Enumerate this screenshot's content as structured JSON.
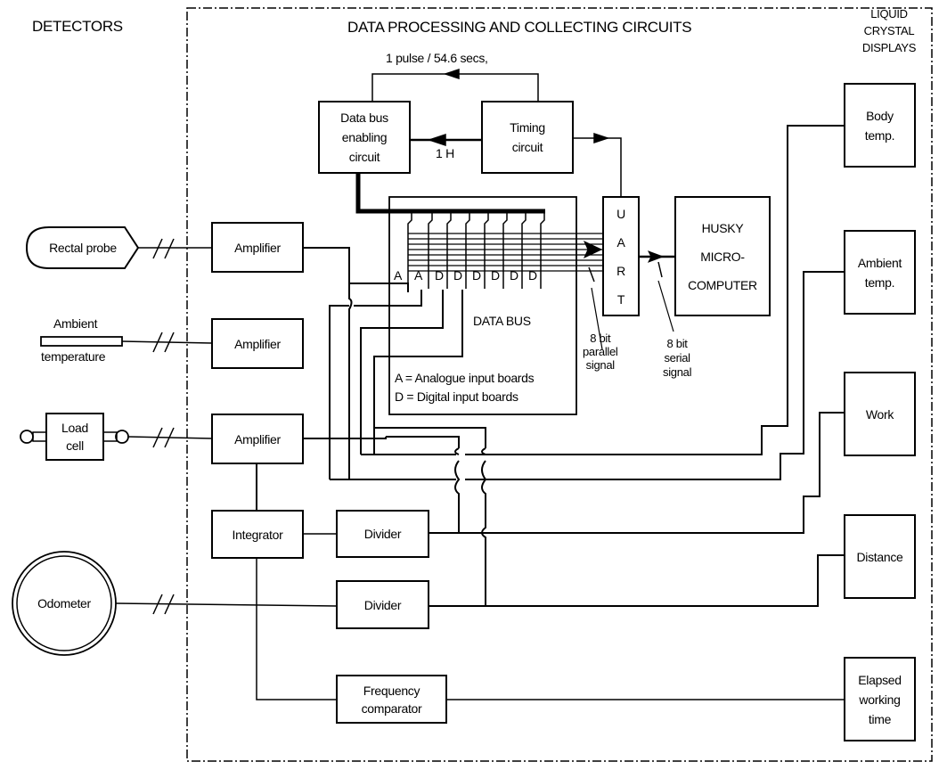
{
  "headers": {
    "detectors": "DETECTORS",
    "processing": "DATA PROCESSING AND COLLECTING CIRCUITS",
    "displays": [
      "LIQUID",
      "CRYSTAL",
      "DISPLAYS"
    ]
  },
  "detectors": {
    "rectal_probe": "Rectal probe",
    "ambient_top": "Ambient",
    "ambient_bottom": "temperature",
    "load_cell": [
      "Load",
      "cell"
    ],
    "odometer": "Odometer"
  },
  "processing": {
    "amplifier": "Amplifier",
    "integrator": "Integrator",
    "divider": "Divider",
    "frequency_comparator": [
      "Frequency",
      "comparator"
    ],
    "data_bus_enabling": [
      "Data bus",
      "enabling",
      "circuit"
    ],
    "timing_circuit": [
      "Timing",
      "circuit"
    ],
    "pulse_label": "1 pulse / 54.6 secs,",
    "hz_label": "1 H",
    "uart_letters": [
      "U",
      "A",
      "R",
      "T"
    ],
    "microcomputer": [
      "HUSKY",
      "MICRO-",
      "COMPUTER"
    ],
    "data_bus_label": "DATA BUS",
    "board_labels": [
      "A",
      "A",
      "D",
      "D",
      "D",
      "D",
      "D",
      "D"
    ],
    "legend": [
      "A = Analogue input boards",
      "D = Digital input boards"
    ],
    "parallel_signal": [
      "8 bit",
      "parallel",
      "signal"
    ],
    "serial_signal": [
      "8 bit",
      "serial",
      "signal"
    ]
  },
  "displays": {
    "body_temp": [
      "Body",
      "temp."
    ],
    "ambient_temp": [
      "Ambient",
      "temp."
    ],
    "work": "Work",
    "distance": "Distance",
    "elapsed": [
      "Elapsed",
      "working",
      "time"
    ]
  }
}
